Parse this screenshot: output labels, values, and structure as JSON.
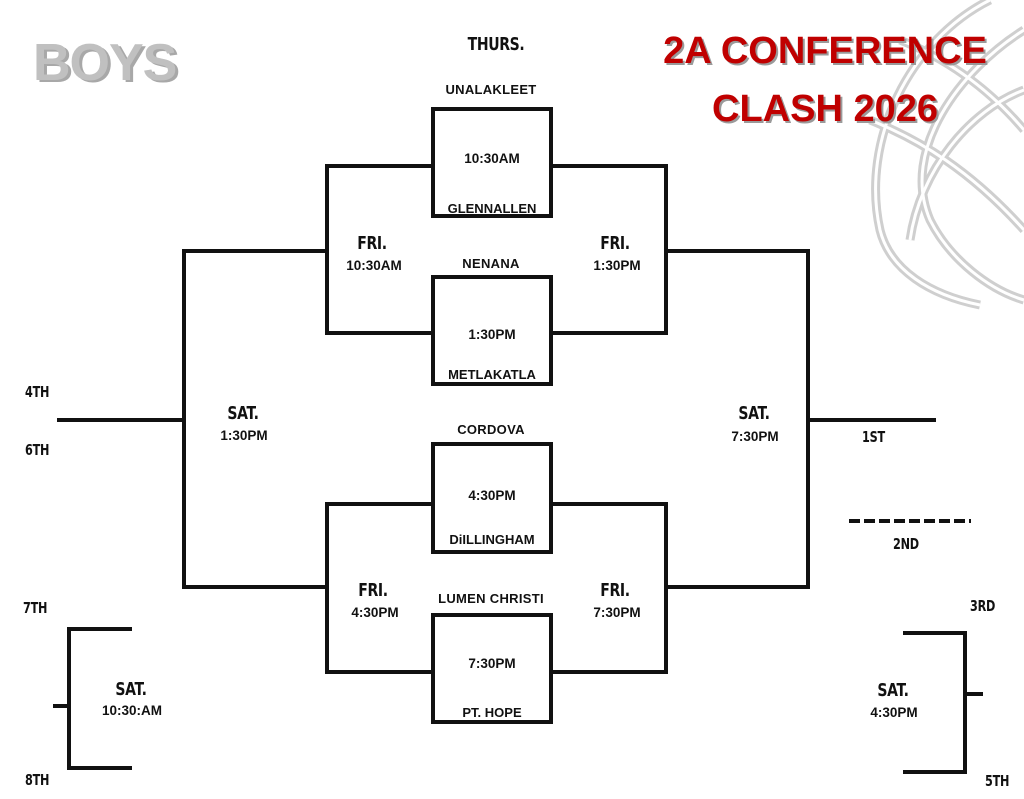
{
  "header": {
    "division": "BOYS",
    "title_line1": "2A CONFERENCE",
    "title_line2": "CLASH 2026",
    "round1_day": "THURS."
  },
  "colors": {
    "title_red": "#c00000",
    "boys_gray": "#c0c0c0",
    "line_black": "#111111",
    "ball_watermark": "#cfcfcf"
  },
  "first_round": [
    {
      "top_team": "UNALAKLEET",
      "time": "10:30AM",
      "bottom_team": "GLENNALLEN"
    },
    {
      "top_team": "NENANA",
      "time": "1:30PM",
      "bottom_team": "METLAKATLA"
    },
    {
      "top_team": "CORDOVA",
      "time": "4:30PM",
      "bottom_team": "DiILLINGHAM"
    },
    {
      "top_team": "LUMEN CHRISTI",
      "time": "7:30PM",
      "bottom_team": "PT. HOPE"
    }
  ],
  "friday_games": [
    {
      "day": "FRI.",
      "time": "10:30AM"
    },
    {
      "day": "FRI.",
      "time": "1:30PM"
    },
    {
      "day": "FRI.",
      "time": "4:30PM"
    },
    {
      "day": "FRI.",
      "time": "7:30PM"
    }
  ],
  "saturday_games": {
    "consolation_semi": {
      "day": "SAT.",
      "time": "1:30PM"
    },
    "championship": {
      "day": "SAT.",
      "time": "7:30PM"
    },
    "seventh_place": {
      "day": "SAT.",
      "time": "10:30:AM"
    },
    "third_place": {
      "day": "SAT.",
      "time": "4:30PM"
    }
  },
  "places": {
    "fourth": "4TH",
    "sixth": "6TH",
    "first": "1ST",
    "second": "2ND",
    "seventh": "7TH",
    "eighth": "8TH",
    "third": "3RD",
    "fifth": "5TH"
  }
}
